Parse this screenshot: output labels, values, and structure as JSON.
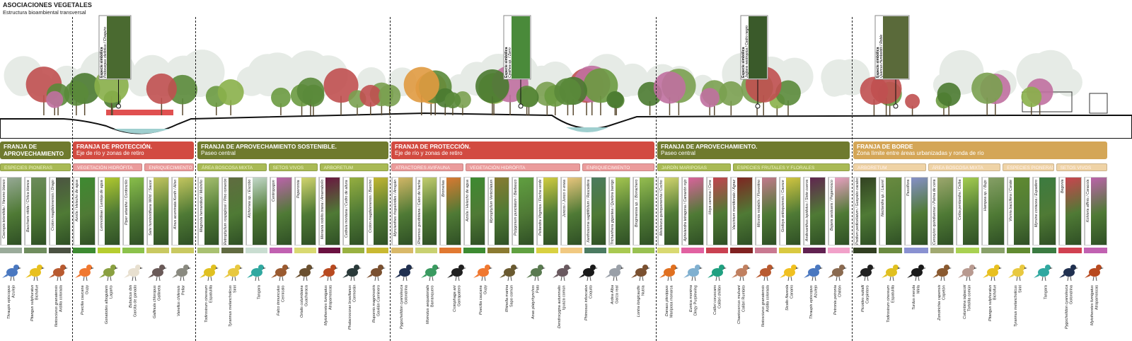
{
  "title": "ASOCIACIONES VEGETALES",
  "subtitle": "Estructura bioambiental transversal",
  "callouts": [
    {
      "label": "Especie simbólica",
      "species": "Podocarpus oleifolius / Chaquiro"
    },
    {
      "label": "Especie simbólica",
      "species": "Cyathea sp. / Zarro"
    },
    {
      "label": "Especie simbólica",
      "species": "Juglans neotropica / Cedro negro"
    },
    {
      "label": "Especie simbólica",
      "species": "Quercus Humboldtii / Roble"
    }
  ],
  "colors": {
    "olive": "#6f7a2e",
    "olive_sub": "#a9ba55",
    "red": "#d24b41",
    "red_sub": "#eb9c9c",
    "gold": "#d4a657",
    "gold_sub": "#efd3a6"
  },
  "sections": [
    {
      "title": "FRANJA DE APROVECHAMIENTO",
      "subtitle": "",
      "theme": "olive",
      "groups": [
        {
          "label": "ESPECIES PIONERAS",
          "plants": [
            {
              "name": "Cecropia telenitida / Yarumo blanco",
              "color": "#9aab9a"
            },
            {
              "name": "Baccharis nitida / Chilca blanca",
              "color": "#6f8d5e"
            },
            {
              "name": "Croton magdalenensis / Drago",
              "color": "#4b5242"
            }
          ]
        }
      ],
      "animals": [
        {
          "sci": "Thraupis episcopus",
          "common": "Azulejo",
          "color": "#4a78c0"
        },
        {
          "sci": "Pitangus sulphuratus",
          "common": "Bichofue",
          "color": "#e8c020"
        },
        {
          "sci": "Notosciurus granatensis",
          "common": "Ardilla colorada",
          "color": "#b85a30"
        }
      ]
    },
    {
      "title": "FRANJA DE PROTECCIÓN.",
      "subtitle": "Eje de río y zonas de retiro",
      "theme": "red",
      "groups": [
        {
          "label": "VEGETACIÓN HIDRÓFITA",
          "plants": [
            {
              "name": "Azolla / Helecho de agua",
              "color": "#3d8b31"
            },
            {
              "name": "Lemnoideae / Lenteja de agua",
              "color": "#b6cd2f"
            },
            {
              "name": "Piper artanthe / Cordoncillo",
              "color": "#8cc24b"
            }
          ]
        },
        {
          "label": "ENRIQUECIMIENTO",
          "plants": [
            {
              "name": "Salix humboldtiana Willd. / Sauce",
              "color": "#c9c961"
            },
            {
              "name": "Alnus acuminata Kunth / Aliso",
              "color": "#c9c961"
            }
          ]
        }
      ],
      "animals": [
        {
          "sci": "Poecilia caucana",
          "common": "Gupy",
          "color": "#f07830"
        },
        {
          "sci": "Gonatodes albogularis",
          "common": "Lagarto",
          "color": "#8aa040"
        },
        {
          "sci": "Bubulcus ibis",
          "common": "Garcita de ganado",
          "color": "#e8e0d0"
        },
        {
          "sci": "Gallinula chloropus",
          "common": "Gallineta",
          "color": "#6a5a58"
        },
        {
          "sci": "Vanellus chilensis",
          "common": "Pellar",
          "color": "#8a8a80"
        }
      ]
    },
    {
      "title": "FRANJA DE APROVECHAMIENTO SOSTENIBLE.",
      "subtitle": "Paseo central",
      "theme": "olive",
      "groups": [
        {
          "label": "ÁREA BOSCOSA MIXTA",
          "plants": [
            {
              "name": "Magnolia hernandezii / Molinillo",
              "color": "#a9c171"
            },
            {
              "name": "Retrophyllum rospigliosii / Pino romerón",
              "color": "#616b41"
            },
            {
              "name": "Alchornea sp. / Escobo",
              "color": "#c9ddd1"
            }
          ]
        },
        {
          "label": "SETOS VIVOS",
          "plants": [
            {
              "name": "Centropogon",
              "color": "#c161b1"
            },
            {
              "name": "Peperomia",
              "color": "#d9d971"
            }
          ]
        },
        {
          "label": "ARBORETUM",
          "plants": [
            {
              "name": "Meriania nobilis triana / Amarrabollo",
              "color": "#6b1141"
            },
            {
              "name": "Cedrela montana / Cedro de altura",
              "color": "#99b141"
            },
            {
              "name": "Croton magdalenensis / Barcino",
              "color": "#c9b931"
            }
          ]
        }
      ],
      "animals": [
        {
          "sci": "Todirostrum cinereum",
          "common": "Espatulilla",
          "color": "#e0c020"
        },
        {
          "sci": "Tyrannus melancholicus",
          "common": "Sirirí",
          "color": "#e8c840"
        },
        {
          "sci": "",
          "common": "Tangara",
          "color": "#30a8a0"
        },
        {
          "sci": "Falco tinnunculus",
          "common": "Cernícalo",
          "color": "#9a5a30"
        },
        {
          "sci": "Ortalis columbiana",
          "common": "Guacharaca",
          "color": "#6a5030"
        },
        {
          "sci": "Myiotheretes fumigatus",
          "common": "Atrapamoscas",
          "color": "#b84a20"
        },
        {
          "sci": "Phalacrocorax brasilianus",
          "common": "Cormorán",
          "color": "#2a3a3a"
        },
        {
          "sci": "Rupornis magnirostris",
          "common": "Gavilán Caminero",
          "color": "#7a5030"
        }
      ]
    },
    {
      "title": "FRANJA DE PROTECCIÓN.",
      "subtitle": "Eje de río y zonas de retiro",
      "theme": "red",
      "groups": [
        {
          "label": "ATRACTORES AVIFAUNA",
          "plants": [
            {
              "name": "Myrcianthes rhopaloides / Arrayán",
              "color": "#d9b969"
            },
            {
              "name": "Rhamnus goudotiana / Cabo de hacha",
              "color": "#c9d171"
            },
            {
              "name": "Bromelias",
              "color": "#e17931"
            }
          ]
        },
        {
          "label": "VEGETACIÓN HIDRÓFITA",
          "plants": [
            {
              "name": "Azolla / Helecho de agua",
              "color": "#3d8b31"
            },
            {
              "name": "Myriophyllum Verticillatum",
              "color": "#8b7b31"
            },
            {
              "name": "Polygonum punctatum / Barbasco",
              "color": "#61a141"
            },
            {
              "name": "Peltandra Virginica / Flecha verde",
              "color": "#d9d141"
            },
            {
              "name": "Juncos / Junco o enea",
              "color": "#f1c981"
            }
          ]
        },
        {
          "label": "ENRIQUECIMIENTO",
          "plants": [
            {
              "name": "Xanthosoma sagittifolium / Rascadera",
              "color": "#4b7b61"
            },
            {
              "name": "Trichanthera gigantea / Quiebra barrigo",
              "color": "#a9c951"
            },
            {
              "name": "Brugmansia sp. / Borrachero",
              "color": "#99c151"
            }
          ]
        }
      ],
      "animals": [
        {
          "sci": "Pygochelidon cyanoleuca",
          "common": "Golondrina",
          "color": "#203050"
        },
        {
          "sci": "Momotus aequatorialis",
          "common": "Barranquero",
          "color": "#3a9a60"
        },
        {
          "sci": "Crotophaga ani",
          "common": "Garrapatero",
          "color": "#202020"
        },
        {
          "sci": "Poecilia caucana",
          "common": "Gupy",
          "color": "#f07830"
        },
        {
          "sci": "Rhinella marina",
          "common": "Sapo común",
          "color": "#6a5a30"
        },
        {
          "sci": "Anas platyrhynchos",
          "common": "Pato",
          "color": "#5a7a50"
        },
        {
          "sci": "Dendrocygna autumnalis",
          "common": "Iguaza común",
          "color": "#6a5a60"
        },
        {
          "sci": "Phimosus infuscatus",
          "common": "Coquito",
          "color": "#1a1a1a"
        },
        {
          "sci": "Ardea Alba",
          "common": "Garza real",
          "color": "#9aa0a8"
        },
        {
          "sci": "Lontra longicaudis",
          "common": "Nutria",
          "color": "#7a5030"
        }
      ]
    },
    {
      "title": "FRANJA DE APROVECHAMIENTO.",
      "subtitle": "Paseo central",
      "theme": "olive",
      "groups": [
        {
          "label": "JARDÍN MARIPOSAS",
          "plants": [
            {
              "name": "Melaleuca quinquenervia / Cocho",
              "color": "#d9d971"
            },
            {
              "name": "Aphelandra tetragona / Camarón rojo",
              "color": "#e161a1"
            },
            {
              "name": "Hoya carnosa / Cera",
              "color": "#c94151"
            }
          ]
        },
        {
          "label": "ESPECIES FRUTALES Y FLORALES",
          "plants": [
            {
              "name": "Vaccinium meridionale / Agraz",
              "color": "#812121"
            },
            {
              "name": "Miconia notabilis / Florentino",
              "color": "#c97991"
            },
            {
              "name": "Godoya antioquiensis / Caunce",
              "color": "#d9c941"
            },
            {
              "name": "Andesanthus lepidotus / Siete cueros",
              "color": "#612151"
            },
            {
              "name": "Bejaria aestuans / Pegamosco",
              "color": "#f1a1c9"
            }
          ]
        }
      ],
      "animals": [
        {
          "sci": "Danaus plexippus",
          "common": "Mariposa monarca",
          "color": "#e07020"
        },
        {
          "sci": "Eunica monima",
          "common": "Dingy Purplewing",
          "color": "#80b0d0"
        },
        {
          "sci": "Colibri coruscans",
          "common": "Colibrí chillón",
          "color": "#20a080"
        },
        {
          "sci": "Chaetocercus mulsant",
          "common": "Colibrí Rumbito",
          "color": "#c08060"
        },
        {
          "sci": "Notosciurus granatensis",
          "common": "Ardilla colorada",
          "color": "#b85a30"
        },
        {
          "sci": "Sicalis flaveola",
          "common": "Canario",
          "color": "#f0c020"
        },
        {
          "sci": "Thraupis episcopus",
          "common": "Azulejo",
          "color": "#4a78c0"
        },
        {
          "sci": "Petronia petronia",
          "common": "Chillón",
          "color": "#8a6a50"
        }
      ]
    },
    {
      "title": "FRANJA DE BORDE",
      "subtitle": "Zona límite entre áreas urbanizadas y ronda de río",
      "theme": "gold",
      "groups": [
        {
          "label": "ARBORETUM",
          "plants": [
            {
              "name": "Psidium pedicellatum / Guayabo cacabo",
              "color": "#313f21"
            },
            {
              "name": "Nectandra sp. / Laurel",
              "color": "#6b8b41"
            },
            {
              "name": "Passiflora",
              "color": "#8991d1"
            }
          ]
        },
        {
          "label": "ÁREA BOSCOSA MIXTA",
          "plants": [
            {
              "name": "Ceroxylon quindiuense / Palma de cera",
              "color": "#a1a971"
            },
            {
              "name": "Ceiba pentandra / Ceiba",
              "color": "#a9d151"
            },
            {
              "name": "Hampea sp. / Bujo",
              "color": "#89a169"
            }
          ]
        },
        {
          "label": "ESPECIES PIONERAS",
          "plants": [
            {
              "name": "Vismia baccifera / Carate",
              "color": "#618b31"
            },
            {
              "name": "Myrsine coriacea / Espadero",
              "color": "#3b7b41"
            }
          ]
        },
        {
          "label": "SETOS VIVOS",
          "plants": [
            {
              "name": "Begonia",
              "color": "#d14151"
            },
            {
              "name": "Kohleria affinis / Caracola",
              "color": "#c161b1"
            }
          ]
        }
      ],
      "animals": [
        {
          "sci": "Picoides nuttalli",
          "common": "Carpintero",
          "color": "#202020"
        },
        {
          "sci": "Todirostrum cinereum",
          "common": "Espatulilla",
          "color": "#e0c020"
        },
        {
          "sci": "Turdus merula",
          "common": "Mirla",
          "color": "#1a1a1a"
        },
        {
          "sci": "Zonotrichia capensis",
          "common": "Copetón",
          "color": "#8a5a30"
        },
        {
          "sci": "Columbina talpacoti",
          "common": "Tortolita común",
          "color": "#b89a90"
        },
        {
          "sci": "Pitangus sulphuratus",
          "common": "Bichofue",
          "color": "#e8c020"
        },
        {
          "sci": "Tyrannus melancholicus",
          "common": "Sirirí",
          "color": "#e8c840"
        },
        {
          "sci": "",
          "common": "Tangara",
          "color": "#30a8a0"
        },
        {
          "sci": "Pygochelidon cyanoleuca",
          "common": "Golondrina",
          "color": "#203050"
        },
        {
          "sci": "Myiotheretes fumigatus",
          "common": "Atrapamoscas",
          "color": "#b84a20"
        }
      ]
    }
  ]
}
